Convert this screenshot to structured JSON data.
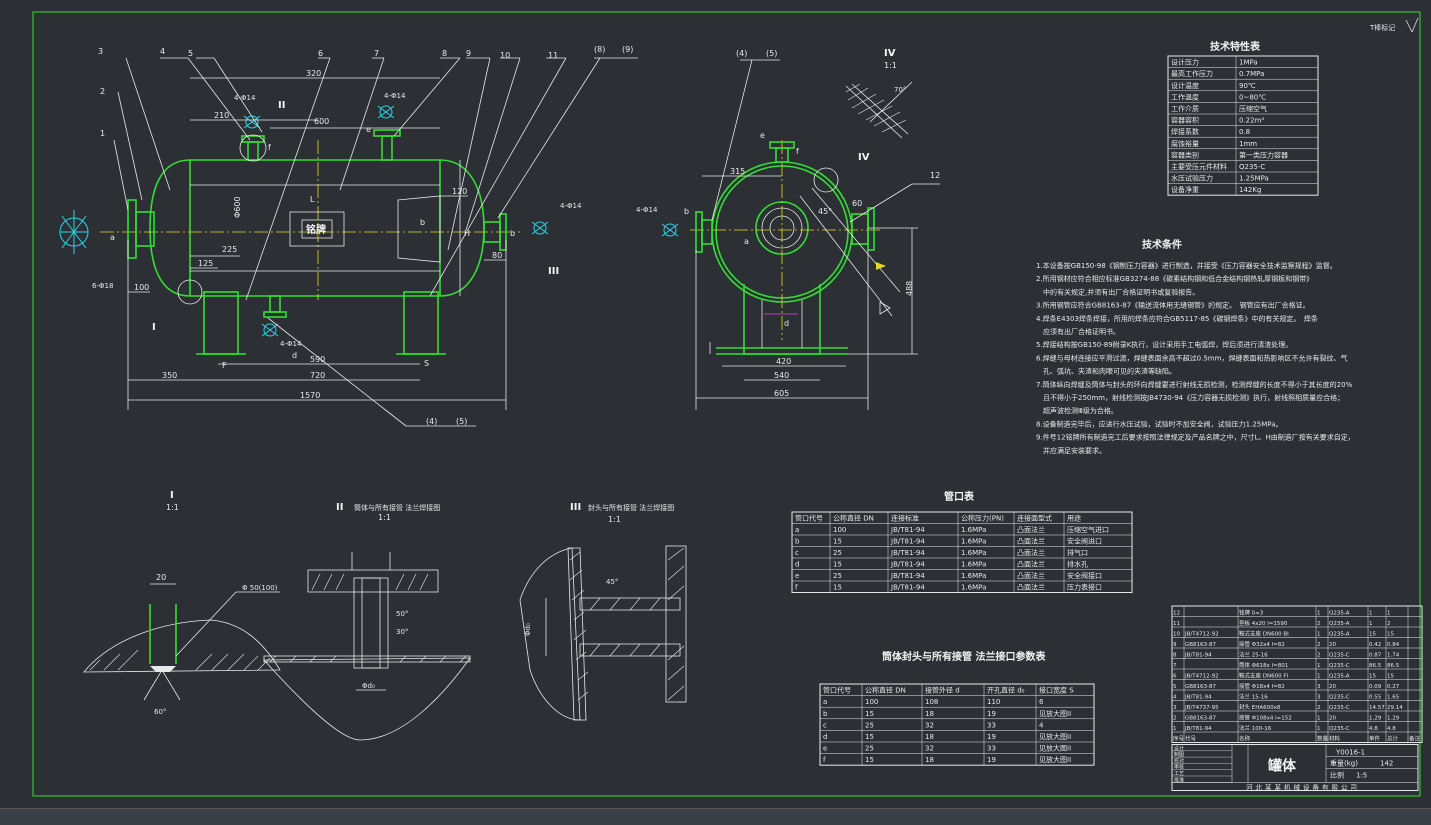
{
  "corner_mark": "T棒标记",
  "balloons_left": [
    "1",
    "2",
    "3",
    "4",
    "5",
    "6",
    "7",
    "8",
    "9",
    "10",
    "11",
    "(8)",
    "(9)"
  ],
  "balloons_bottom": [
    "(4)",
    "(5)"
  ],
  "balloons_right": [
    "(4)",
    "(5)",
    "12"
  ],
  "dims_front": [
    "320",
    "210",
    "600",
    "120",
    "225",
    "125",
    "100",
    "590",
    "720",
    "350",
    "1570",
    "80"
  ],
  "dims_side": [
    "315",
    "420",
    "488",
    "540",
    "605",
    "60"
  ],
  "hole_labels": [
    "4-Φ14",
    "4-Φ14",
    "4-Φ14",
    "4-Φ14",
    "6-Φ18"
  ],
  "view_labels": {
    "I": "I",
    "II": "II",
    "III": "III",
    "IV": "IV",
    "scale": "1:1",
    "II_title": "筒体与所有接管 法兰焊接图",
    "III_title": "封头与所有接管 法兰焊接图"
  },
  "nozzle_letters": [
    "a",
    "b",
    "c",
    "d",
    "e",
    "f",
    "F",
    "S"
  ],
  "tech_char": {
    "title": "技术特性表",
    "rows": [
      [
        "设计压力",
        "1MPa"
      ],
      [
        "最高工作压力",
        "0.7MPa"
      ],
      [
        "设计温度",
        "90℃"
      ],
      [
        "工作温度",
        "0~80℃"
      ],
      [
        "工作介质",
        "压缩空气"
      ],
      [
        "容器容积",
        "0.22m³"
      ],
      [
        "焊接系数",
        "0.8"
      ],
      [
        "腐蚀裕量",
        "1mm"
      ],
      [
        "容器类别",
        "第一类压力容器"
      ],
      [
        "主要受压元件材料",
        "Q235-C"
      ],
      [
        "水压试验压力",
        "1.25MPa"
      ],
      [
        "设备净重",
        "142Kg"
      ]
    ]
  },
  "tech_req": {
    "title": "技术条件",
    "items": [
      "1.本设备按GB150-98《钢制压力容器》进行制造，并接受《压力容器安全技术监察规程》监督。",
      "2.所用钢材应符合相应标准GB3274-88《碳素结构钢和低合金结构钢热轧厚钢板和钢带》",
      "　中的有关规定,并须有出厂合格证明书或复验报告。",
      "3.所用钢管应符合GB8163-87《输送流体用无缝钢管》的规定。　钢管应有出厂合格证。",
      "4.焊条E4303焊条焊接，所用的焊条应符合GB5117-85《碳钢焊条》中的有关规定。　焊条",
      "　应须有出厂合格证明书。",
      "5.焊接结构按GB150-89附录K执行，设计采用手工电弧焊，焊后须进行清渣处理。",
      "6.焊缝与母材连接应平滑过渡，焊缝表面余高不超过0.5mm，焊缝表面和热影响区不允许有裂纹、气",
      "　孔、弧坑、夹渣和肉眼可见的夹渣等缺陷。",
      "7.筒体纵向焊缝及筒体与封头的环向焊缝要进行射线无损检测，检测焊缝的长度不得小于其长度的20%",
      "　且不得小于250mm，射线检测按JB4730-94《压力容器无损检测》执行，射线照相质量应合格；",
      "　超声波检测Ⅲ级为合格。",
      "8.设备制造完毕后，应进行水压试验，试验时不加安全阀，试验压力1.25MPa。",
      "9.件号12铭牌所有制造完工后要求按照法律规定及产品名牌之中，尺寸L、H由制造厂按有关要求自定，",
      "　并应满足安装要求。"
    ]
  },
  "nozzle_table": {
    "title": "管口表",
    "headers": [
      "管口代号",
      "公称直径 DN",
      "连接标准",
      "公称压力(PN)",
      "连接面型式",
      "用途"
    ],
    "rows": [
      [
        "a",
        "100",
        "JB/T81-94",
        "1.6MPa",
        "凸面法兰",
        "压缩空气进口"
      ],
      [
        "b",
        "15",
        "JB/T81-94",
        "1.6MPa",
        "凸面法兰",
        "安全阀进口"
      ],
      [
        "c",
        "25",
        "JB/T81-94",
        "1.6MPa",
        "凸面法兰",
        "排气口"
      ],
      [
        "d",
        "15",
        "JB/T81-94",
        "1.6MPa",
        "凸面法兰",
        "排水孔"
      ],
      [
        "e",
        "25",
        "JB/T81-94",
        "1.6MPa",
        "凸面法兰",
        "安全阀接口"
      ],
      [
        "f",
        "15",
        "JB/T81-94",
        "1.6MPa",
        "凸面法兰",
        "压力表接口"
      ]
    ]
  },
  "weld_table": {
    "title": "筒体封头与所有接管 法兰接口参数表",
    "headers": [
      "管口代号",
      "公称直径 DN",
      "接管外径 d",
      "开孔直径 d₀",
      "接口宽度 S"
    ],
    "rows": [
      [
        "a",
        "100",
        "108",
        "110",
        "6"
      ],
      [
        "b",
        "15",
        "18",
        "19",
        "见放大图II"
      ],
      [
        "c",
        "25",
        "32",
        "33",
        "4"
      ],
      [
        "d",
        "15",
        "18",
        "19",
        "见放大图II"
      ],
      [
        "e",
        "25",
        "32",
        "33",
        "见放大图II"
      ],
      [
        "f",
        "15",
        "18",
        "19",
        "见放大图II"
      ]
    ]
  },
  "parts_list": {
    "rows": [
      [
        "12",
        "",
        "铭牌 δ=3",
        "1",
        "Q235-A",
        "1",
        "1",
        ""
      ],
      [
        "11",
        "",
        "垫板 4x20 l=1590",
        "2",
        "Q235-A",
        "1",
        "2",
        ""
      ],
      [
        "10",
        "JB/T4712-92",
        "鞍式支座 DN600 BI",
        "1",
        "Q235-A",
        "15",
        "15",
        ""
      ],
      [
        "9",
        "GB8163-87",
        "接管 Φ32x4 l=82",
        "2",
        "20",
        "0.42",
        "0.84",
        ""
      ],
      [
        "8",
        "JB/T81-94",
        "法兰 25-16",
        "2",
        "Q235-C",
        "0.87",
        "1.74",
        ""
      ],
      [
        "7",
        "",
        "筒体 Φ618x l=801",
        "1",
        "Q235-C",
        "86.5",
        "86.5",
        ""
      ],
      [
        "6",
        "JB/T4712-92",
        "鞍式支座 DN600 FI",
        "1",
        "Q235-A",
        "15",
        "15",
        ""
      ],
      [
        "5",
        "GB8163-87",
        "接管 Φ18x4 l=82",
        "3",
        "20",
        "0.09",
        "0.27",
        ""
      ],
      [
        "4",
        "JB/T81-94",
        "法兰 15-16",
        "3",
        "Q235-C",
        "0.55",
        "1.65",
        ""
      ],
      [
        "3",
        "JB/T4737-95",
        "封头 EHA600x8",
        "2",
        "Q235-C",
        "14.57",
        "29.14",
        ""
      ],
      [
        "2",
        "GB8163-87",
        "接管 Φ108x4 l=152",
        "1",
        "20",
        "1.29",
        "1.29",
        ""
      ],
      [
        "1",
        "JB/T81-94",
        "法兰 100-16",
        "1",
        "Q235-C",
        "4.8",
        "4.8",
        ""
      ]
    ],
    "header": [
      "序号",
      "代号",
      "名称",
      "数量",
      "材料",
      "单件",
      "总计",
      "备注"
    ],
    "drawing_no": "Y0016-1",
    "part_name": "罐体",
    "weight_label": "重量(kg)",
    "weight": "142",
    "scale_label": "比例",
    "scale": "1:5",
    "company": "河北某某机械设备有限公司",
    "sign_rows": [
      "设计",
      "制图",
      "校对",
      "审核",
      "工艺",
      "批准"
    ]
  },
  "colors": {
    "outline": "#33dd33",
    "detail": "#e8e8e8",
    "center": "#e6d52a",
    "bolt": "#2ad4e6",
    "border": "#33dd33",
    "background": "#2c3035"
  }
}
